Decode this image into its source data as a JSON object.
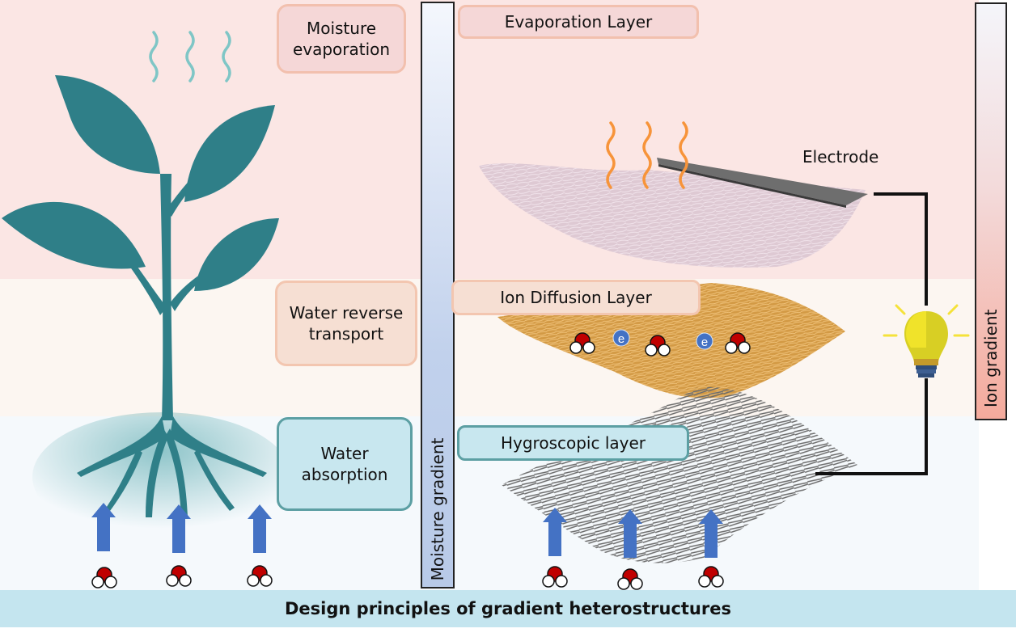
{
  "footer": {
    "title": "Design principles of gradient heterostructures"
  },
  "left_panel": {
    "labels": [
      {
        "text": "Moisture evaporation"
      },
      {
        "text": "Water reverse transport"
      },
      {
        "text": "Water absorption"
      }
    ]
  },
  "gradient_bars": {
    "moisture": "Moisture gradient",
    "ion": "Ion gradient"
  },
  "right_panel": {
    "layers": [
      {
        "text": "Evaporation Layer"
      },
      {
        "text": "Ion Diffusion Layer"
      },
      {
        "text": "Hygroscopic layer"
      }
    ],
    "electrode_label": "Electrode",
    "electron_symbol": "e"
  },
  "colors": {
    "evaporation_band": "#fbe6e4",
    "transport_band": "#fcf6f1",
    "absorption_band": "#f5f9fc",
    "plant": "#2f7f88",
    "arrow": "#4472c4",
    "oxygen": "#c00000",
    "vapor_wave_left": "#7fc6c6",
    "vapor_wave_right": "#f7943a"
  }
}
